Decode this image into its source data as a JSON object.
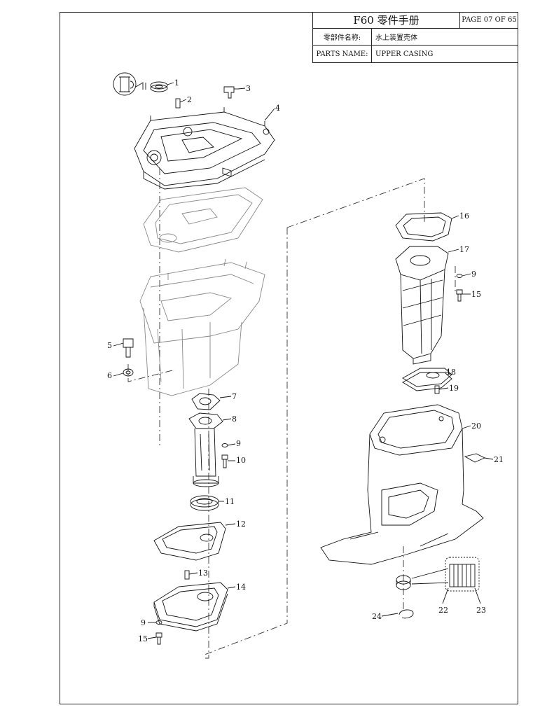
{
  "header": {
    "title": "F60 零件手册",
    "page": "PAGE 07 OF 65",
    "parts_name_cn_label": "零部件名称:",
    "parts_name_cn_value": "水上装置壳体",
    "parts_name_en_label": "PARTS NAME:",
    "parts_name_en_value": "UPPER CASING"
  },
  "callouts": [
    "1",
    "2",
    "3",
    "4",
    "5",
    "6",
    "7",
    "8",
    "9",
    "10",
    "11",
    "12",
    "13",
    "14",
    "9",
    "15",
    "16",
    "17",
    "9",
    "15",
    "18",
    "19",
    "20",
    "21",
    "22",
    "23",
    "24"
  ]
}
